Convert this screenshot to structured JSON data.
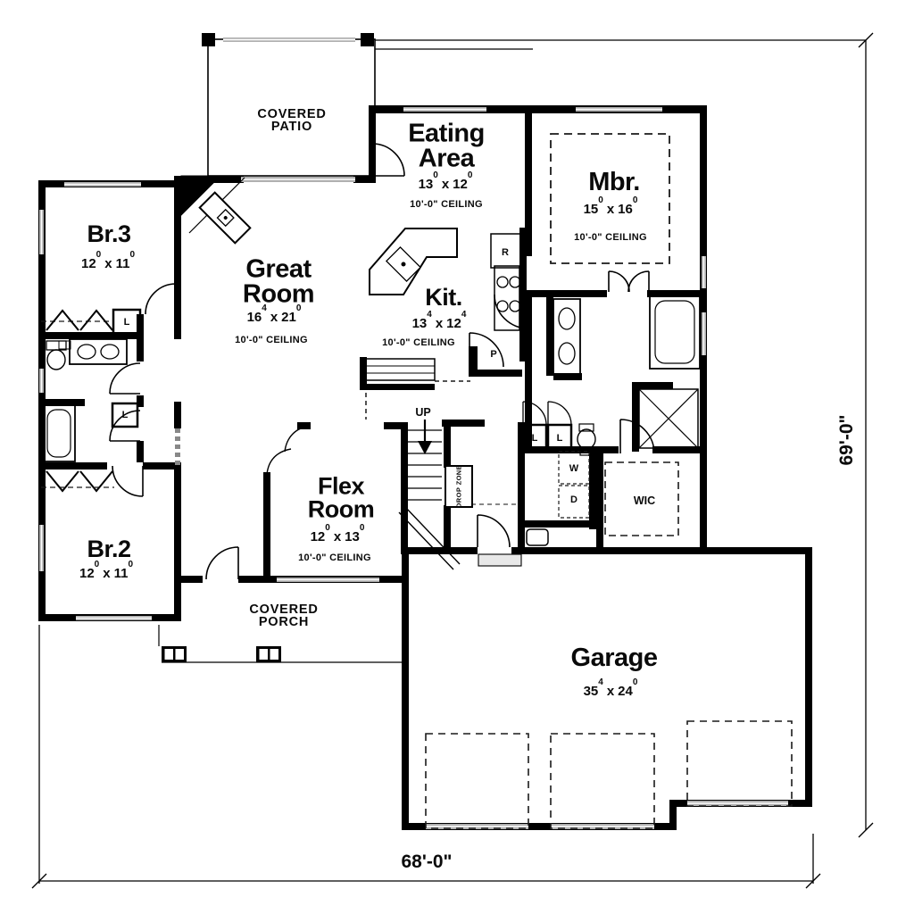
{
  "plan": {
    "dimensions": {
      "right": "69'-0\"",
      "bottom": "68'-0\""
    },
    "sep": "x",
    "rooms": {
      "patio": {
        "l1": "COVERED",
        "l2": "PATIO"
      },
      "eating": {
        "l1": "Eating",
        "l2": "Area",
        "d1": "13",
        "s1": "0",
        "d2": "12",
        "s2": "0",
        "ceiling": "10'-0\" CEILING"
      },
      "mbr": {
        "l1": "Mbr.",
        "d1": "15",
        "s1": "0",
        "d2": "16",
        "s2": "0",
        "ceiling": "10'-0\" CEILING"
      },
      "br3": {
        "l1": "Br.3",
        "d1": "12",
        "s1": "0",
        "d2": "11",
        "s2": "0"
      },
      "great": {
        "l1": "Great",
        "l2": "Room",
        "d1": "16",
        "s1": "4",
        "d2": "21",
        "s2": "0",
        "ceiling": "10'-0\" CEILING"
      },
      "kit": {
        "l1": "Kit.",
        "d1": "13",
        "s1": "4",
        "d2": "12",
        "s2": "4",
        "ceiling": "10'-0\" CEILING"
      },
      "flex": {
        "l1": "Flex",
        "l2": "Room",
        "d1": "12",
        "s1": "0",
        "d2": "13",
        "s2": "0",
        "ceiling": "10'-0\" CEILING"
      },
      "br2": {
        "l1": "Br.2",
        "d1": "12",
        "s1": "0",
        "d2": "11",
        "s2": "0"
      },
      "porch": {
        "l1": "COVERED",
        "l2": "PORCH"
      },
      "garage": {
        "l1": "Garage",
        "d1": "35",
        "s1": "4",
        "d2": "24",
        "s2": "0"
      }
    },
    "markers": {
      "up": "UP",
      "drop_zone": "DROP ZONE",
      "linen": "L",
      "fridge": "R",
      "pantry": "P",
      "washer": "W",
      "dryer": "D",
      "wic": "WIC"
    }
  }
}
